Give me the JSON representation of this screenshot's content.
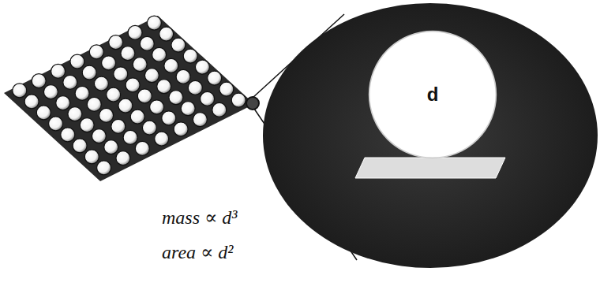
{
  "diagram": {
    "nodes": [
      {
        "text": [
          "d"
        ]
      }
    ],
    "labels": [
      "mass ∝ d³",
      "area ∝ d²"
    ]
  }
}
